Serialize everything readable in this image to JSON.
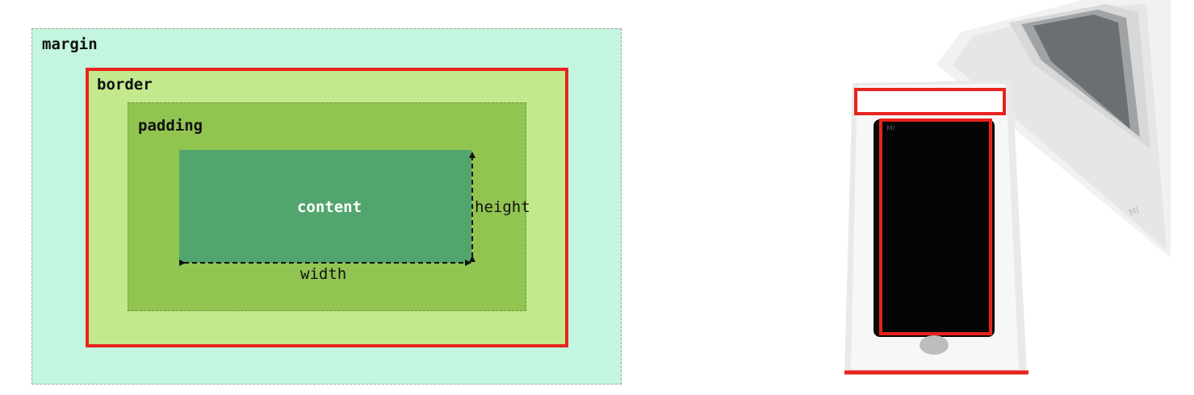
{
  "diagram": {
    "labels": {
      "margin": "margin",
      "border": "border",
      "padding": "padding",
      "content": "content",
      "height": "height",
      "width": "width"
    },
    "colors": {
      "margin_fill": "#c3f5df",
      "border_fill": "#c3e98c",
      "border_line": "#e8231c",
      "padding_fill": "#92c452",
      "content_fill": "#52a56d",
      "highlight_red": "#e8231c"
    }
  },
  "photo": {
    "description_icon": "phone-in-box-icon",
    "brand_mark": "MI"
  }
}
